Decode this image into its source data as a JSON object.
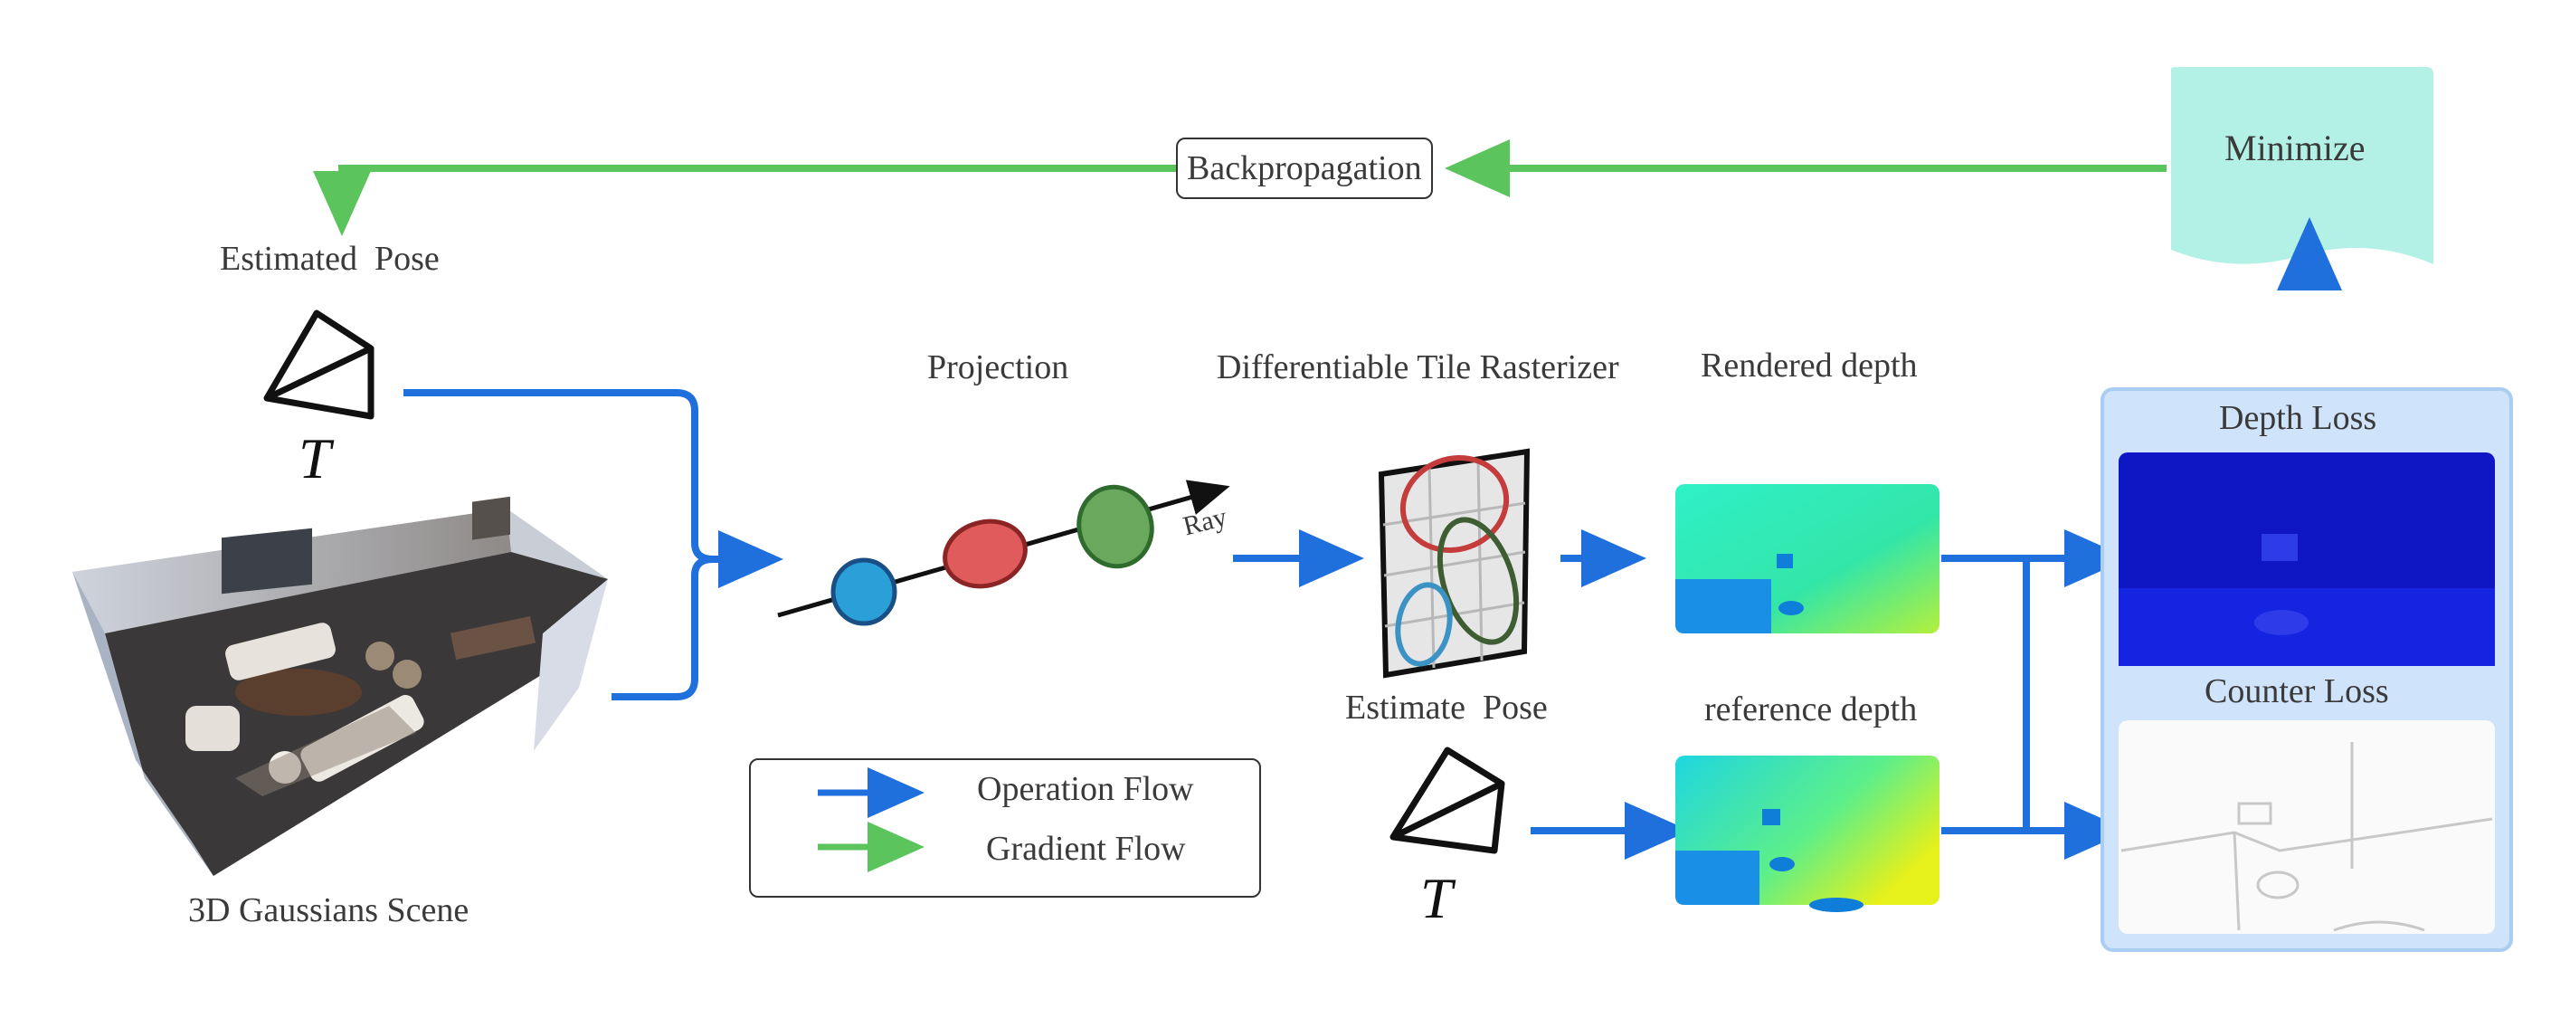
{
  "labels": {
    "backprop": "Backpropagation",
    "minimize": "Minimize",
    "estimated_pose": "Estimated  Pose",
    "pose_symbol": "T",
    "projection": "Projection",
    "rasterizer": "Differentiable Tile Rasterizer",
    "rendered_depth": "Rendered depth",
    "depth_loss": "Depth Loss",
    "ray": "Ray",
    "scene": "3D Gaussians Scene",
    "estimate_pose": "Estimate  Pose",
    "reference_depth": "reference depth",
    "counter_loss": "Counter Loss",
    "pose_symbol_2": "T"
  },
  "legend": {
    "operation": "Operation Flow",
    "gradient": "Gradient Flow"
  },
  "colors": {
    "operation_flow": "#1f6fdc",
    "gradient_flow": "#5cc45c",
    "minimize_fill": "#b3f0e6",
    "loss_panel": "#cfe3fa",
    "gaussian_blue": "#2b9fd8",
    "gaussian_red": "#e05b5b",
    "gaussian_green": "#6aa85e"
  }
}
